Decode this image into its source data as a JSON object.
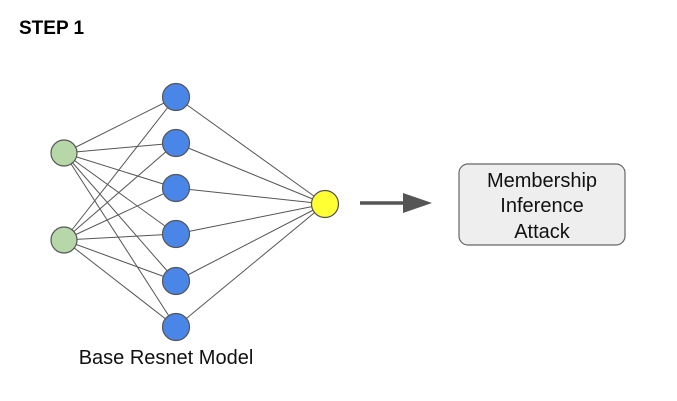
{
  "title": "STEP 1",
  "model": {
    "label": "Base Resnet Model",
    "layers": [
      {
        "name": "input",
        "count": 2,
        "color": "#b6d7a8"
      },
      {
        "name": "hidden",
        "count": 6,
        "color": "#4a86e8"
      },
      {
        "name": "output",
        "count": 1,
        "color": "#ffff33"
      }
    ],
    "edge_color": "#555555"
  },
  "arrow": {
    "color": "#555555"
  },
  "attack_box": {
    "lines": [
      "Membership",
      "Inference",
      "Attack"
    ],
    "fill": "#eeeeee",
    "stroke": "#666666"
  }
}
